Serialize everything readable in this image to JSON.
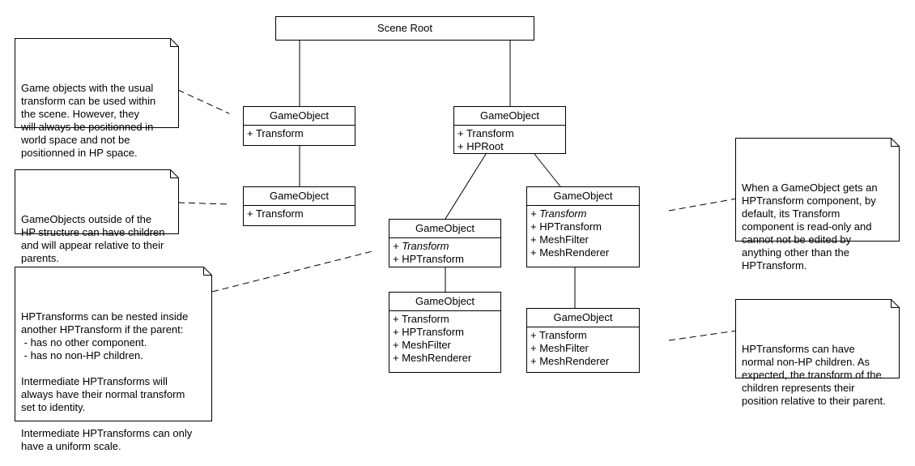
{
  "root": {
    "label": "Scene Root"
  },
  "objects": [
    {
      "title": "GameObject",
      "attrs": [
        "+ Transform"
      ]
    },
    {
      "title": "GameObject",
      "attrs": [
        "+ Transform"
      ]
    },
    {
      "title": "GameObject",
      "attrs": [
        "+ Transform",
        "+ HPRoot"
      ]
    },
    {
      "title": "GameObject",
      "attrs": [
        "+ Transform",
        "+ HPTransform"
      ]
    },
    {
      "title": "GameObject",
      "attrs": [
        "+ Transform",
        "+ HPTransform",
        "+ MeshFilter",
        "+ MeshRenderer"
      ]
    },
    {
      "title": "GameObject",
      "attrs": [
        "+ Transform",
        "+ HPTransform",
        "+ MeshFilter",
        "+ MeshRenderer"
      ]
    },
    {
      "title": "GameObject",
      "attrs": [
        "+ Transform",
        "+ MeshFilter",
        "+ MeshRenderer"
      ]
    }
  ],
  "notes": [
    "Game objects with the usual\ntransform can be used within\nthe scene. However, they\nwill always be positionned in\nworld space and not be\npositionned in HP space.",
    "GameObjects outside of the\nHP structure can have children\nand will appear relative to their\nparents.",
    "HPTransforms can be nested inside\nanother HPTransform if the parent:\n - has no other component.\n - has no non-HP children.\n\nIntermediate HPTransforms will\nalways have their normal transform\nset to identity.\n\nIntermediate HPTransforms can only\nhave a uniform scale.",
    "When a GameObject gets an\nHPTransform component, by\ndefault, its Transform\ncomponent is read-only and\ncannot not be edited by\nanything other than the\nHPTransform.",
    "HPTransforms can have\nnormal non-HP children. As\nexpected, the transform of the\nchildren represents their\nposition relative to their parent."
  ]
}
